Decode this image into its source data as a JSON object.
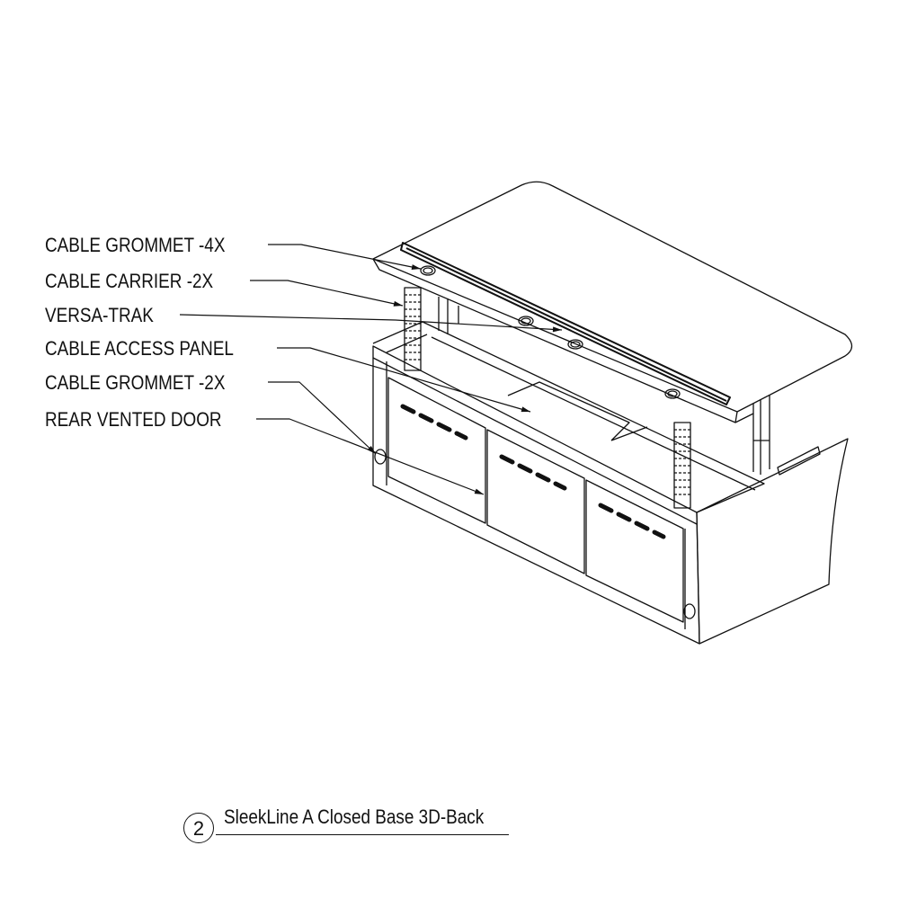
{
  "callouts": [
    {
      "label": "CABLE GROMMET -4X"
    },
    {
      "label": "CABLE CARRIER -2X"
    },
    {
      "label": "VERSA-TRAK"
    },
    {
      "label": "CABLE ACCESS PANEL"
    },
    {
      "label": "CABLE GROMMET -2X"
    },
    {
      "label": "REAR VENTED DOOR"
    }
  ],
  "caption": {
    "number": "2",
    "title": "SleekLine A Closed Base 3D-Back"
  },
  "colors": {
    "line": "#111111",
    "background": "#ffffff"
  }
}
